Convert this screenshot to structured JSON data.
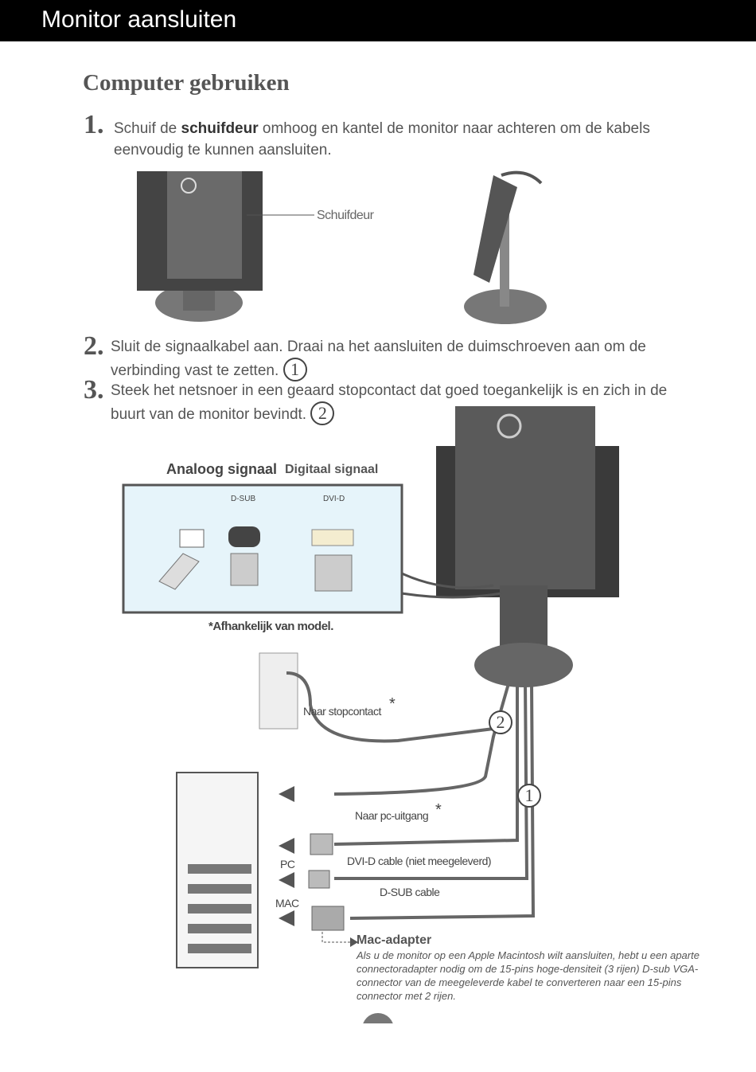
{
  "header": {
    "title": "Monitor aansluiten"
  },
  "section_title": "Computer gebruiken",
  "steps": [
    {
      "num": "1.",
      "pre": "Schuif de ",
      "bold": "schuifdeur",
      "post": " omhoog en kantel de monitor naar achteren om de kabels eenvoudig te kunnen aansluiten."
    },
    {
      "num": "2.",
      "text": "Sluit de signaalkabel aan. Draai na het aansluiten de duimschroeven aan om de verbinding vast te zetten.",
      "marker": "1"
    },
    {
      "num": "3.",
      "text": "Steek het netsnoer in een geaard stopcontact dat goed toegankelijk is en zich in de buurt van de monitor bevindt.",
      "marker": "2"
    }
  ],
  "labels": {
    "schuifdeur": "Schuifdeur",
    "analog": "Analoog signaal",
    "digital": "Digitaal signaal",
    "dsub_port": "D-SUB",
    "dvid_port": "DVI-D",
    "model_note": "*Afhankelijk van model.",
    "to_outlet": "Naar stopcontact",
    "to_pc": "Naar pc-uitgang",
    "dvi_cable": "DVI-D cable (niet meegeleverd)",
    "dsub_cable": "D-SUB cable",
    "pc": "PC",
    "mac": "MAC",
    "marker1": "1",
    "marker2": "2",
    "asterisk": "*"
  },
  "mac_adapter": {
    "title": "Mac-adapter",
    "text": "Als u de monitor op een Apple Macintosh wilt aansluiten, hebt u een aparte connectoradapter nodig om de 15-pins hoge-densiteit (3 rijen) D-sub VGA-connector van de meegeleverde kabel te converteren naar een 15-pins connector met 2 rijen."
  },
  "colors": {
    "header_bg": "#000000",
    "panel_bg": "#e6f4fa",
    "monitor": "#3a3a3a",
    "page_dot": "#777777"
  }
}
